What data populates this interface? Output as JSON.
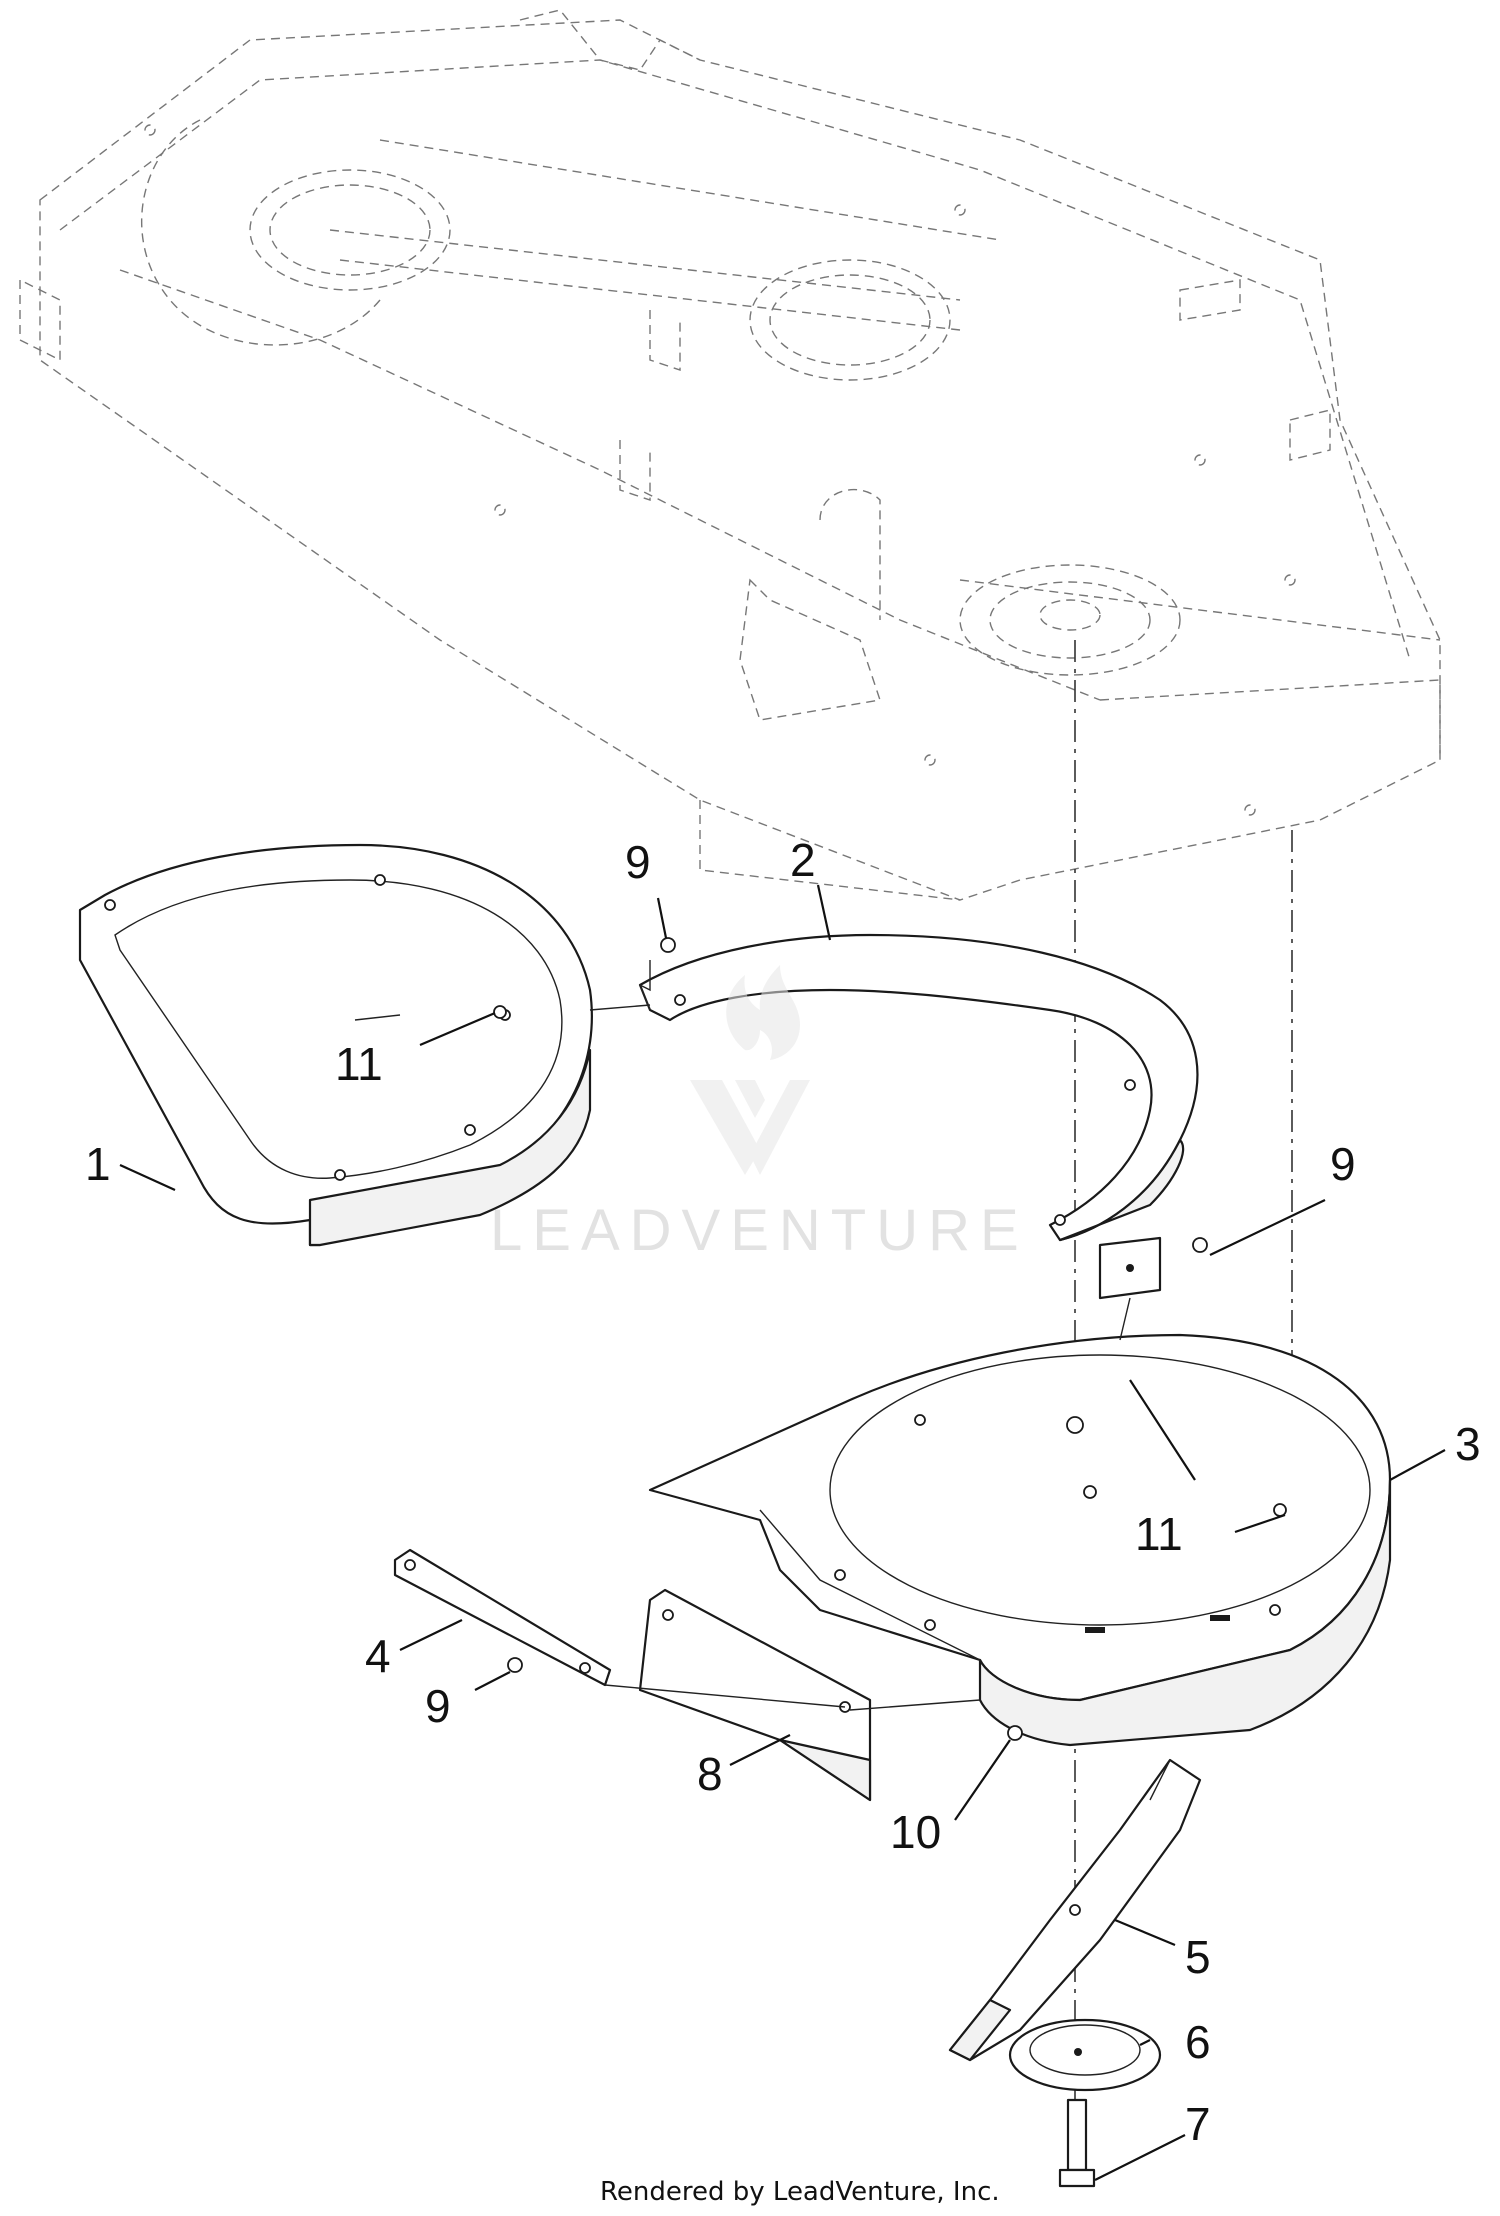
{
  "watermark": {
    "brand": "LEADVENTURE"
  },
  "footer": {
    "credit": "Rendered by LeadVenture, Inc."
  },
  "callouts": [
    {
      "id": "c1",
      "label": "1"
    },
    {
      "id": "c2",
      "label": "2"
    },
    {
      "id": "c3",
      "label": "3"
    },
    {
      "id": "c4",
      "label": "4"
    },
    {
      "id": "c5",
      "label": "5"
    },
    {
      "id": "c6",
      "label": "6"
    },
    {
      "id": "c7",
      "label": "7"
    },
    {
      "id": "c8",
      "label": "8"
    },
    {
      "id": "c9a",
      "label": "9"
    },
    {
      "id": "c9b",
      "label": "9"
    },
    {
      "id": "c9c",
      "label": "9"
    },
    {
      "id": "c10",
      "label": "10"
    },
    {
      "id": "c11a",
      "label": "11"
    },
    {
      "id": "c11b",
      "label": "11"
    }
  ]
}
